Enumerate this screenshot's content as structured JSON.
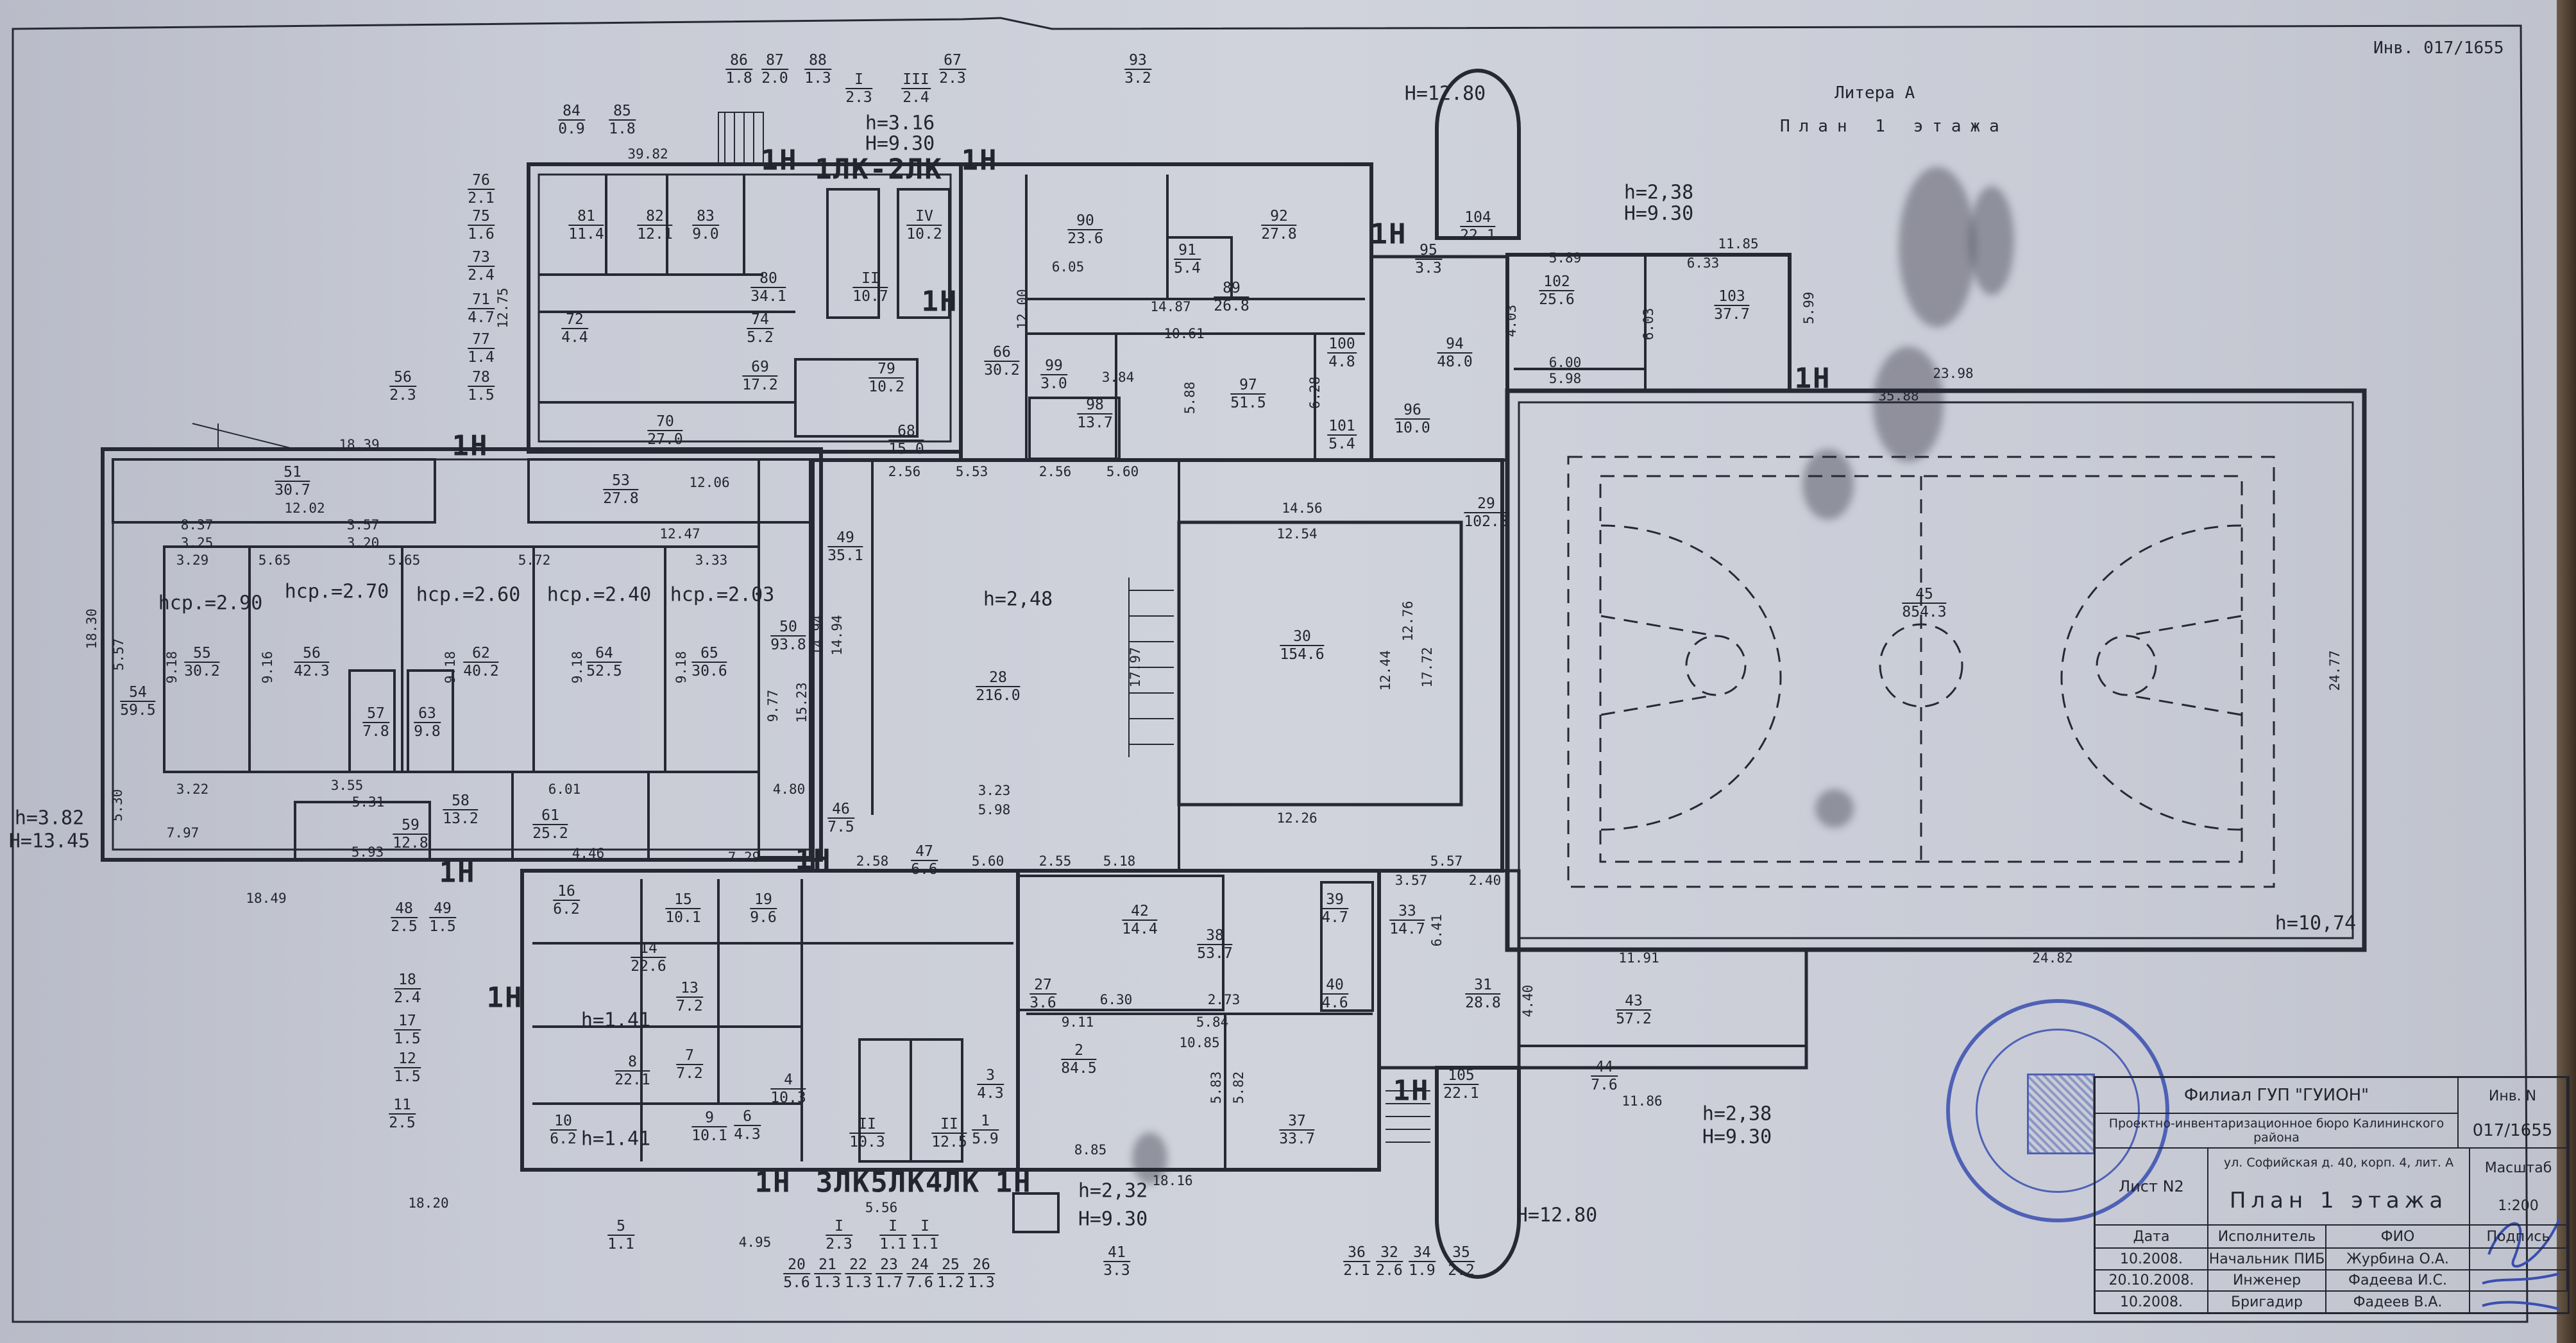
{
  "header": {
    "inv": "Инв. 017/1655",
    "litera": "Литера А",
    "plan_title": "План 1 этажа"
  },
  "title_block": {
    "org": "Филиал ГУП \"ГУИОН\"",
    "bureau": "Проектно-инвентаризационное бюро Калининского района",
    "inv_label": "Инв. N",
    "inv_value": "017/1655",
    "sheet": "Лист N2",
    "address": "ул. Софийская д. 40, корп. 4, лит. А",
    "plan": "План 1 этажа",
    "scale_label": "Масштаб",
    "scale_value": "1:200",
    "columns": [
      "Дата",
      "Исполнитель",
      "ФИО",
      "Подпись"
    ],
    "rows": [
      {
        "date": "10.2008.",
        "role": "Начальник ПИБ",
        "name": "Журбина О.А."
      },
      {
        "date": "20.10.2008.",
        "role": "Инженер",
        "name": "Фадеева И.С."
      },
      {
        "date": "10.2008.",
        "role": "Бригадир",
        "name": "Фадеев В.А."
      }
    ]
  },
  "rooms": [
    {
      "no": "81",
      "area": "11.4"
    },
    {
      "no": "82",
      "area": "12.1"
    },
    {
      "no": "83",
      "area": "9.0"
    },
    {
      "no": "80",
      "area": "34.1"
    },
    {
      "no": "72",
      "area": "4.4"
    },
    {
      "no": "74",
      "area": "5.2"
    },
    {
      "no": "69",
      "area": "17.2"
    },
    {
      "no": "70",
      "area": "27.0"
    },
    {
      "no": "79",
      "area": "10.2"
    },
    {
      "no": "68",
      "area": "15.0"
    },
    {
      "no": "II",
      "area": "10.7"
    },
    {
      "no": "IV",
      "area": "10.2"
    },
    {
      "no": "90",
      "area": "23.6"
    },
    {
      "no": "92",
      "area": "27.8"
    },
    {
      "no": "91",
      "area": "5.4"
    },
    {
      "no": "89",
      "area": "26.8"
    },
    {
      "no": "97",
      "area": "51.5"
    },
    {
      "no": "98",
      "area": "13.7"
    },
    {
      "no": "99",
      "area": "3.0"
    },
    {
      "no": "100",
      "area": "4.8"
    },
    {
      "no": "101",
      "area": "5.4"
    },
    {
      "no": "66",
      "area": "30.2"
    },
    {
      "no": "94",
      "area": "48.0"
    },
    {
      "no": "96",
      "area": "10.0"
    },
    {
      "no": "95",
      "area": "3.3"
    },
    {
      "no": "104",
      "area": "22.1"
    },
    {
      "no": "102",
      "area": "25.6"
    },
    {
      "no": "103",
      "area": "37.7"
    },
    {
      "no": "51",
      "area": "30.7"
    },
    {
      "no": "53",
      "area": "27.8"
    },
    {
      "no": "55",
      "area": "30.2"
    },
    {
      "no": "56",
      "area": "42.3"
    },
    {
      "no": "62",
      "area": "40.2"
    },
    {
      "no": "64",
      "area": "52.5"
    },
    {
      "no": "65",
      "area": "30.6"
    },
    {
      "no": "54",
      "area": "59.5"
    },
    {
      "no": "57",
      "area": "7.8"
    },
    {
      "no": "63",
      "area": "9.8"
    },
    {
      "no": "50",
      "area": "93.8"
    },
    {
      "no": "58",
      "area": "13.2"
    },
    {
      "no": "59",
      "area": "12.8"
    },
    {
      "no": "61",
      "area": "25.2"
    },
    {
      "no": "49",
      "area": "35.1"
    },
    {
      "no": "28",
      "area": "216.0"
    },
    {
      "no": "30",
      "area": "154.6"
    },
    {
      "no": "29",
      "area": "102.3"
    },
    {
      "no": "46",
      "area": "7.5"
    },
    {
      "no": "47",
      "area": "6.6"
    },
    {
      "no": "45",
      "area": "854.3"
    },
    {
      "no": "42",
      "area": "14.4"
    },
    {
      "no": "38",
      "area": "53.7"
    },
    {
      "no": "27",
      "area": "3.6"
    },
    {
      "no": "39",
      "area": "4.7"
    },
    {
      "no": "40",
      "area": "4.6"
    },
    {
      "no": "33",
      "area": "14.7"
    },
    {
      "no": "31",
      "area": "28.8"
    },
    {
      "no": "2",
      "area": "84.5"
    },
    {
      "no": "37",
      "area": "33.7"
    },
    {
      "no": "105",
      "area": "22.1"
    },
    {
      "no": "43",
      "area": "57.2"
    },
    {
      "no": "44",
      "area": "7.6"
    },
    {
      "no": "16",
      "area": "6.2"
    },
    {
      "no": "15",
      "area": "10.1"
    },
    {
      "no": "19",
      "area": "9.6"
    },
    {
      "no": "14",
      "area": "22.6"
    },
    {
      "no": "13",
      "area": "7.2"
    },
    {
      "no": "8",
      "area": "22.1"
    },
    {
      "no": "7",
      "area": "7.2"
    },
    {
      "no": "9",
      "area": "10.1"
    },
    {
      "no": "10",
      "area": "6.2"
    },
    {
      "no": "4",
      "area": "10.3"
    },
    {
      "no": "6",
      "area": "4.3"
    },
    {
      "no": "3",
      "area": "4.3"
    },
    {
      "no": "1",
      "area": "5.9"
    },
    {
      "no": "II",
      "area": "10.3"
    },
    {
      "no": "II",
      "area": "12.5"
    },
    {
      "no": "84",
      "area": "0.9"
    },
    {
      "no": "85",
      "area": "1.8"
    },
    {
      "no": "86",
      "area": "1.8"
    },
    {
      "no": "87",
      "area": "2.0"
    },
    {
      "no": "88",
      "area": "1.3"
    },
    {
      "no": "I",
      "area": "2.3"
    },
    {
      "no": "III",
      "area": "2.4"
    },
    {
      "no": "67",
      "area": "2.3"
    },
    {
      "no": "93",
      "area": "3.2"
    },
    {
      "no": "5",
      "area": "1.1"
    },
    {
      "no": "20",
      "area": "5.6"
    },
    {
      "no": "21",
      "area": "1.3"
    },
    {
      "no": "22",
      "area": "1.3"
    },
    {
      "no": "23",
      "area": "1.7"
    },
    {
      "no": "24",
      "area": "7.6"
    },
    {
      "no": "25",
      "area": "1.2"
    },
    {
      "no": "26",
      "area": "1.3"
    },
    {
      "no": "41",
      "area": "3.3"
    },
    {
      "no": "36",
      "area": "2.1"
    },
    {
      "no": "32",
      "area": "2.6"
    },
    {
      "no": "34",
      "area": "1.9"
    },
    {
      "no": "35",
      "area": "2.2"
    },
    {
      "no": "76",
      "area": "2.1"
    },
    {
      "no": "75",
      "area": "1.6"
    },
    {
      "no": "73",
      "area": "2.4"
    },
    {
      "no": "71",
      "area": "4.7"
    },
    {
      "no": "77",
      "area": "1.4"
    },
    {
      "no": "78",
      "area": "1.5"
    },
    {
      "no": "56",
      "area": "2.3"
    },
    {
      "no": "48",
      "area": "2.5"
    },
    {
      "no": "49",
      "area": "1.5"
    },
    {
      "no": "18",
      "area": "2.4"
    },
    {
      "no": "17",
      "area": "1.5"
    },
    {
      "no": "12",
      "area": "1.5"
    },
    {
      "no": "11",
      "area": "2.5"
    },
    {
      "no": "I",
      "area": "2.3"
    },
    {
      "no": "I",
      "area": "1.1"
    },
    {
      "no": "I",
      "area": "1.1"
    }
  ],
  "notes": [
    "h=3.16",
    "H=9.30",
    "1ЛК-2ЛК",
    "H=12.80",
    "h=2,38",
    "H=9.30",
    "h=10,74",
    "h=3.82",
    "H=13.45",
    "h=2,38",
    "H=9.30",
    "h=2,32",
    "H=9.30",
    "H=12.80",
    "3ЛК5ЛК4ЛК",
    "h=2,48",
    "hср.=2.90",
    "hср.=2.70",
    "hср.=2.60",
    "hср.=2.40",
    "hср.=2.03",
    "1Н",
    "1Н",
    "1Н",
    "1Н",
    "1Н",
    "1Н",
    "1Н",
    "1Н",
    "1Н",
    "1Н",
    "1Н",
    "1Н",
    "h=1.41",
    "h=1.41"
  ],
  "dims": [
    "39.82",
    "18.39",
    "12.02",
    "12.47",
    "18.49",
    "18.20",
    "4.95",
    "5.56",
    "35.88",
    "23.98",
    "11.85",
    "24.82",
    "11.91",
    "11.86",
    "18.16",
    "8.85",
    "14.56",
    "12.54",
    "12.26",
    "5.89",
    "6.33",
    "6.00",
    "5.98",
    "2.56",
    "5.53",
    "2.56",
    "5.60",
    "2.58",
    "5.60",
    "2.55",
    "5.18",
    "5.57",
    "3.57",
    "2.40",
    "9.11",
    "5.84",
    "6.30",
    "2.73",
    "10.85",
    "10.61",
    "14.87",
    "6.05",
    "3.84",
    "12.06",
    "8.37",
    "3.25",
    "3.57",
    "3.20",
    "5.65",
    "5.65",
    "5.72",
    "3.33",
    "3.29",
    "3.22",
    "3.55",
    "5.31",
    "6.01",
    "4.80",
    "7.29",
    "7.97",
    "5.93",
    "4.46",
    "3.23",
    "5.98",
    "12.00",
    "24.77",
    "17.72",
    "12.76",
    "12.44",
    "17.97",
    "14.94",
    "14.94",
    "15.23",
    "9.77",
    "18.30",
    "5.57",
    "5.30",
    "9.18",
    "9.16",
    "9.18",
    "9.18",
    "9.18",
    "6.28",
    "5.88",
    "6.41",
    "4.40",
    "5.83",
    "5.82",
    "12.75",
    "5.99",
    "6.03",
    "4.03"
  ]
}
